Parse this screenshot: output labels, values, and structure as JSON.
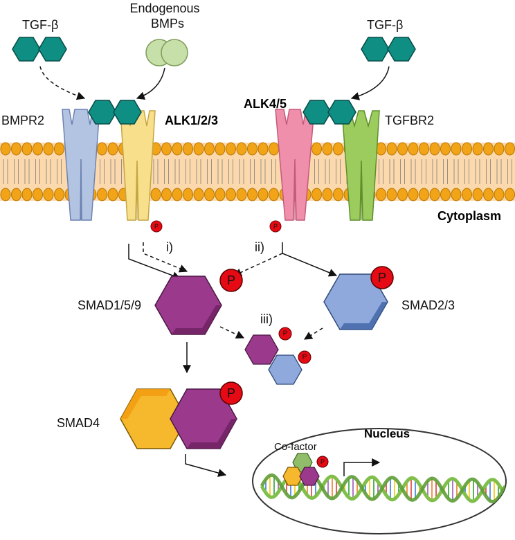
{
  "ligands": {
    "tgf_beta_left": "TGF-β",
    "bmps_line1": "Endogenous",
    "bmps_line2": "BMPs",
    "tgf_beta_right": "TGF-β"
  },
  "receptors": {
    "bmpr2": "BMPR2",
    "alk123": "ALK1/2/3",
    "alk45": "ALK4/5",
    "tgfbr2": "TGFBR2"
  },
  "compartments": {
    "cytoplasm": "Cytoplasm",
    "nucleus": "Nucleus"
  },
  "pathways": {
    "i": "i)",
    "ii": "ii)",
    "iii": "iii)"
  },
  "smads": {
    "smad159": "SMAD1/5/9",
    "smad23": "SMAD2/3",
    "smad4": "SMAD4",
    "cofactor": "Co-factor"
  },
  "phospho": "P",
  "colors": {
    "ligand_tgf": "#0f8e84",
    "bmp": "#c7dfa8",
    "bmpr2": "#b3c4e3",
    "alk123": "#f8df8c",
    "alk45": "#f08fab",
    "tgfbr2": "#9ccc5e",
    "membrane_head": "#f1a418",
    "membrane_band": "#fbd9ad",
    "smad159": "#9b3a8c",
    "smad23": "#8fa9dc",
    "smad4": "#f6b92d",
    "cofactor": "#8fbd6a",
    "phospho": "#e50a14"
  }
}
